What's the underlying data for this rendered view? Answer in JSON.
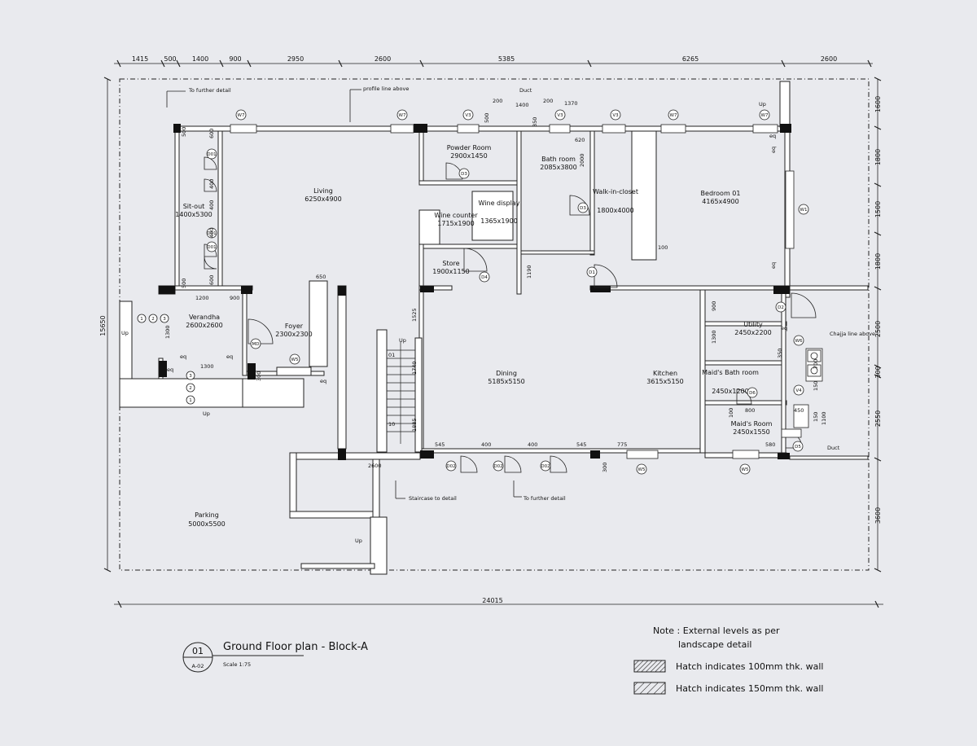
{
  "dimensions": {
    "top": [
      "1415",
      "500",
      "1400",
      "900",
      "2950",
      "2600",
      "5385",
      "6265",
      "2600"
    ],
    "left": "15650",
    "right": [
      "1600",
      "1800",
      "1500",
      "1800",
      "2500",
      "300",
      "2550",
      "3600"
    ],
    "bottom": "24015",
    "inner": [
      "500",
      "600",
      "400",
      "400",
      "400",
      "600",
      "500",
      "1200",
      "900",
      "650",
      "1300",
      "1300",
      "eq",
      "eq",
      "eq",
      "eq",
      "eq",
      "eq",
      "300",
      "1525",
      "1740",
      "1885",
      "545",
      "400",
      "400",
      "545",
      "775",
      "300",
      "2600",
      "200",
      "1400",
      "200",
      "1370",
      "350",
      "500",
      "620",
      "2000",
      "1190",
      "100",
      "900",
      "1300",
      "800",
      "450",
      "350",
      "700",
      "150",
      "580",
      "100",
      "150",
      "1100",
      "eq",
      "eq"
    ]
  },
  "rooms": [
    {
      "name": "Living",
      "size": "6250x4900"
    },
    {
      "name": "Sit-out",
      "size": "1400x5300"
    },
    {
      "name": "Verandha",
      "size": "2600x2600"
    },
    {
      "name": "Foyer",
      "size": "2300x2300"
    },
    {
      "name": "Powder Room",
      "size": "2900x1450"
    },
    {
      "name": "Wine counter",
      "size": "1715x1900"
    },
    {
      "name": "Wine display",
      "size": "1365x1900"
    },
    {
      "name": "Store",
      "size": "1900x1150"
    },
    {
      "name": "Bath room",
      "size": "2085x3800"
    },
    {
      "name": "Walk-in-closet",
      "size": "1800x4000"
    },
    {
      "name": "Bedroom 01",
      "size": "4165x4900"
    },
    {
      "name": "Dining",
      "size": "5185x5150"
    },
    {
      "name": "Kitchen",
      "size": "3615x5150"
    },
    {
      "name": "Utility",
      "size": "2450x2200"
    },
    {
      "name": "Maid's Bath room",
      "size": "2450x1200"
    },
    {
      "name": "Maid's Room",
      "size": "2450x1550"
    },
    {
      "name": "Parking",
      "size": "5000x5500"
    }
  ],
  "tags": [
    "W7",
    "W7",
    "V3",
    "V3",
    "V3",
    "W7",
    "W7",
    "W1",
    "W6",
    "W5",
    "W5",
    "W5",
    "V4",
    "D1",
    "D2",
    "D3",
    "D3",
    "D4",
    "D5",
    "D6",
    "D01",
    "D01",
    "D01",
    "D02",
    "D02",
    "D02",
    "MD"
  ],
  "annotations": {
    "to_further_detail_1": "To further detail",
    "profile_line": "profile line above",
    "duct_top": "Duct",
    "duct_right": "Duct",
    "chajja": "Chajja line above",
    "staircase": "Staircase to detail",
    "to_further_detail_2": "To further detail",
    "up": "Up",
    "num1": "1",
    "num2": "2",
    "num3": "3",
    "num01": "01",
    "num10": "10"
  },
  "title_block": {
    "number": "01",
    "sheet": "A-02",
    "title": "Ground Floor plan - Block-A",
    "scale": "Scale 1:75"
  },
  "notes": {
    "note_line1": "Note : External levels as per",
    "note_line2": "landscape detail",
    "hatch_100": "Hatch indicates 100mm thk. wall",
    "hatch_150": "Hatch indicates 150mm thk. wall"
  },
  "colors": {
    "background": "#e9eaee",
    "line": "#222222"
  }
}
